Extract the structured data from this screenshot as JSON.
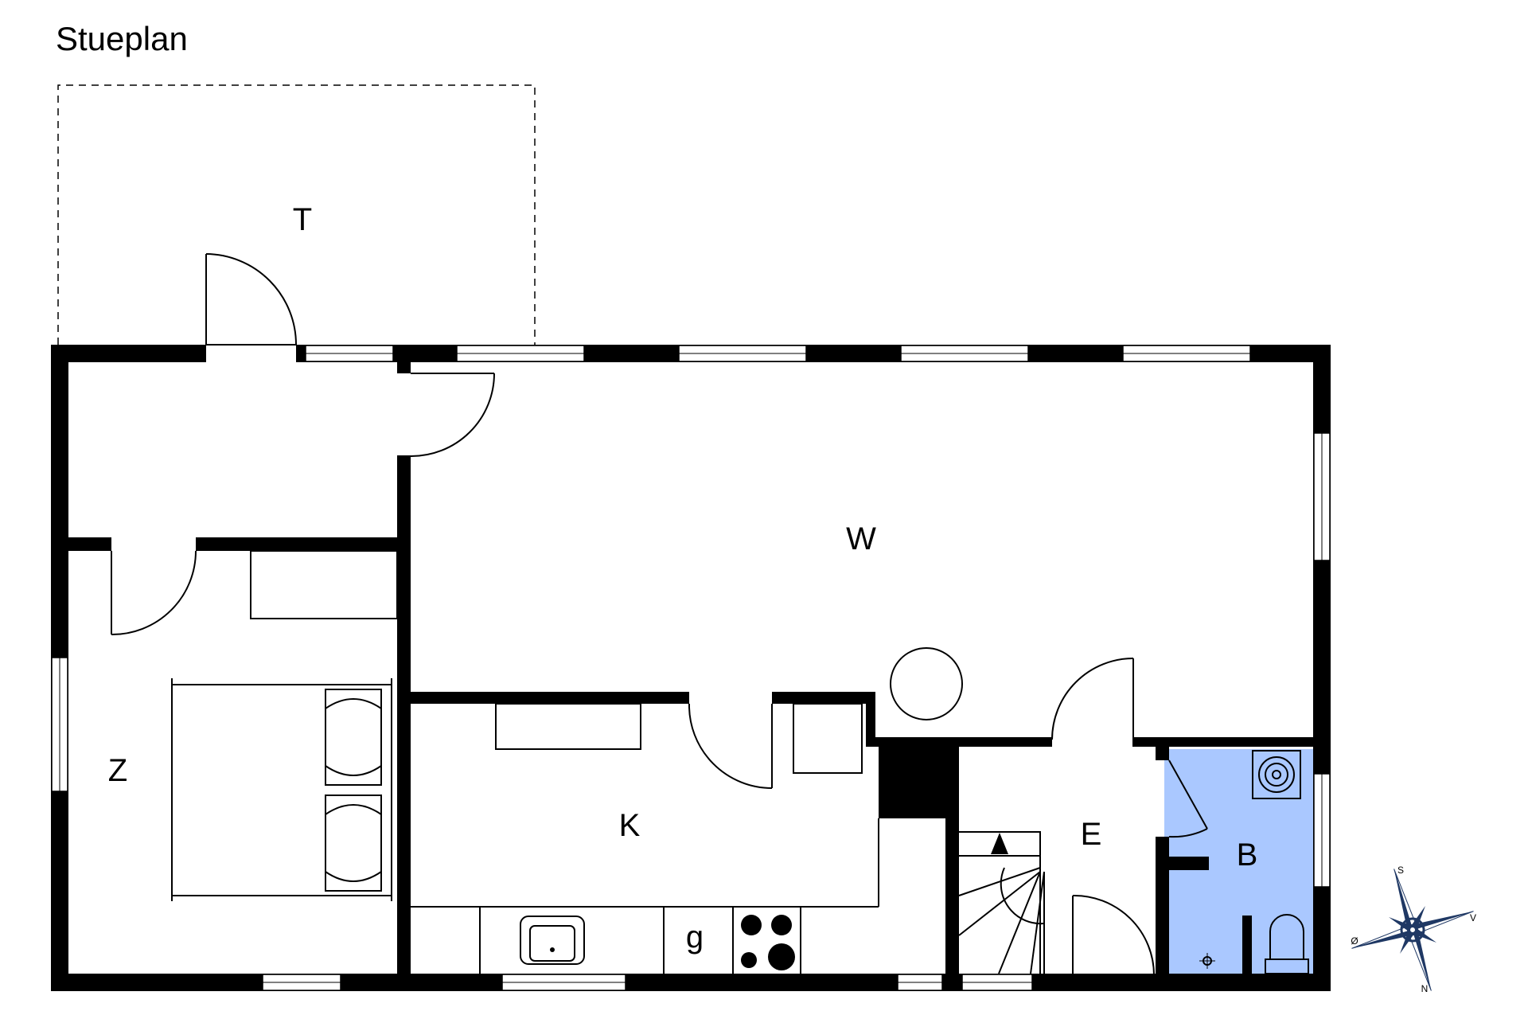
{
  "title": "Stueplan",
  "rooms": {
    "T": "T",
    "W": "W",
    "Z": "Z",
    "K": "K",
    "E": "E",
    "B": "B",
    "g": "g"
  },
  "compass": {
    "s": "S",
    "v": "V",
    "o": "Ø",
    "n": "N"
  },
  "colors": {
    "bathroom_fill": "#aac8ff",
    "wall": "#000000",
    "background": "#ffffff"
  }
}
